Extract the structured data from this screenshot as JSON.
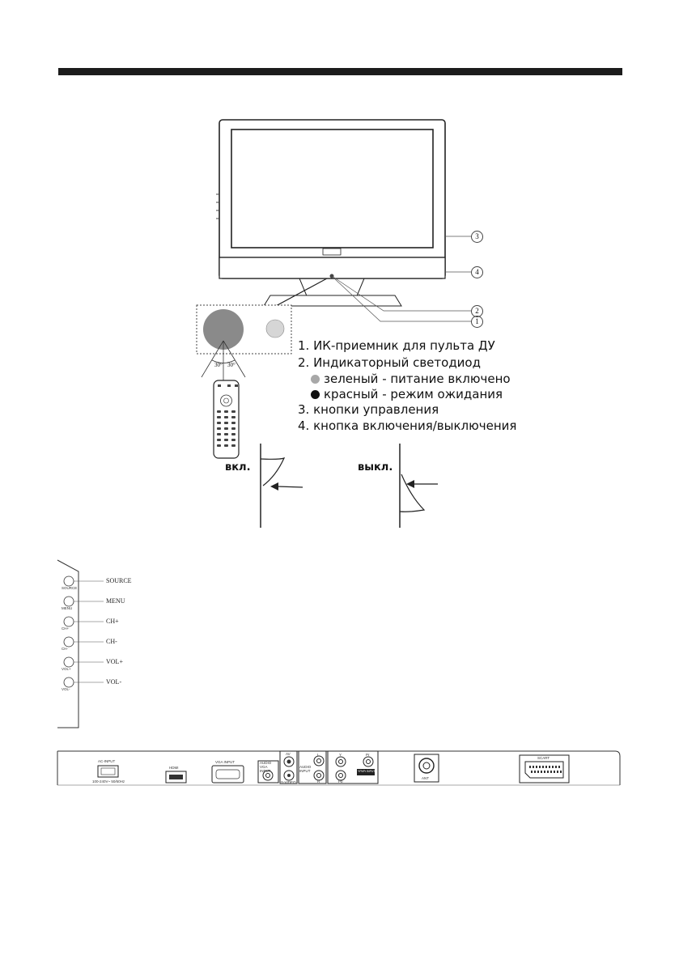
{
  "legend": {
    "item1": "1. ИК-приемник для пульта ДУ",
    "item2": "2. Индикаторный светодиод",
    "item2a": "зеленый - питание включено",
    "item2b": "красный - режим ожидания",
    "item3": "3. кнопки управления",
    "item4": "4. кнопка включения/выключения"
  },
  "led_colors": {
    "green": "#a8a8a8",
    "red": "#111111"
  },
  "callouts": {
    "c1": "1",
    "c2": "2",
    "c3": "3",
    "c4": "4"
  },
  "ir_angles": {
    "left": "30°",
    "right": "30°"
  },
  "switch": {
    "on": "вкл.",
    "off": "выкл."
  },
  "side_buttons": [
    {
      "cap": "SOURCE",
      "label": "SOURCE"
    },
    {
      "cap": "MENU",
      "label": "MENU"
    },
    {
      "cap": "CH+",
      "label": "CH+"
    },
    {
      "cap": "CH-",
      "label": "CH-"
    },
    {
      "cap": "VOL+",
      "label": "VOL+"
    },
    {
      "cap": "VOL-",
      "label": "VOL-"
    }
  ],
  "ports": {
    "ac_input": "AC-INPUT",
    "ac_spec": "100-240V~ 50/60Hz",
    "hdmi": "HDMI",
    "vga": "VGA INPUT",
    "audio_vga": "AUDIO VGA INPUT",
    "av": "AV",
    "svideo": "S-VIDEO",
    "audio_in": "AUDIO INPUT",
    "l": "L",
    "r": "R",
    "y": "Y",
    "pb": "Pb",
    "pr": "Pr",
    "ypbpr": "YPbPr INPUT",
    "ant": "ANT",
    "scart": "SCART"
  }
}
